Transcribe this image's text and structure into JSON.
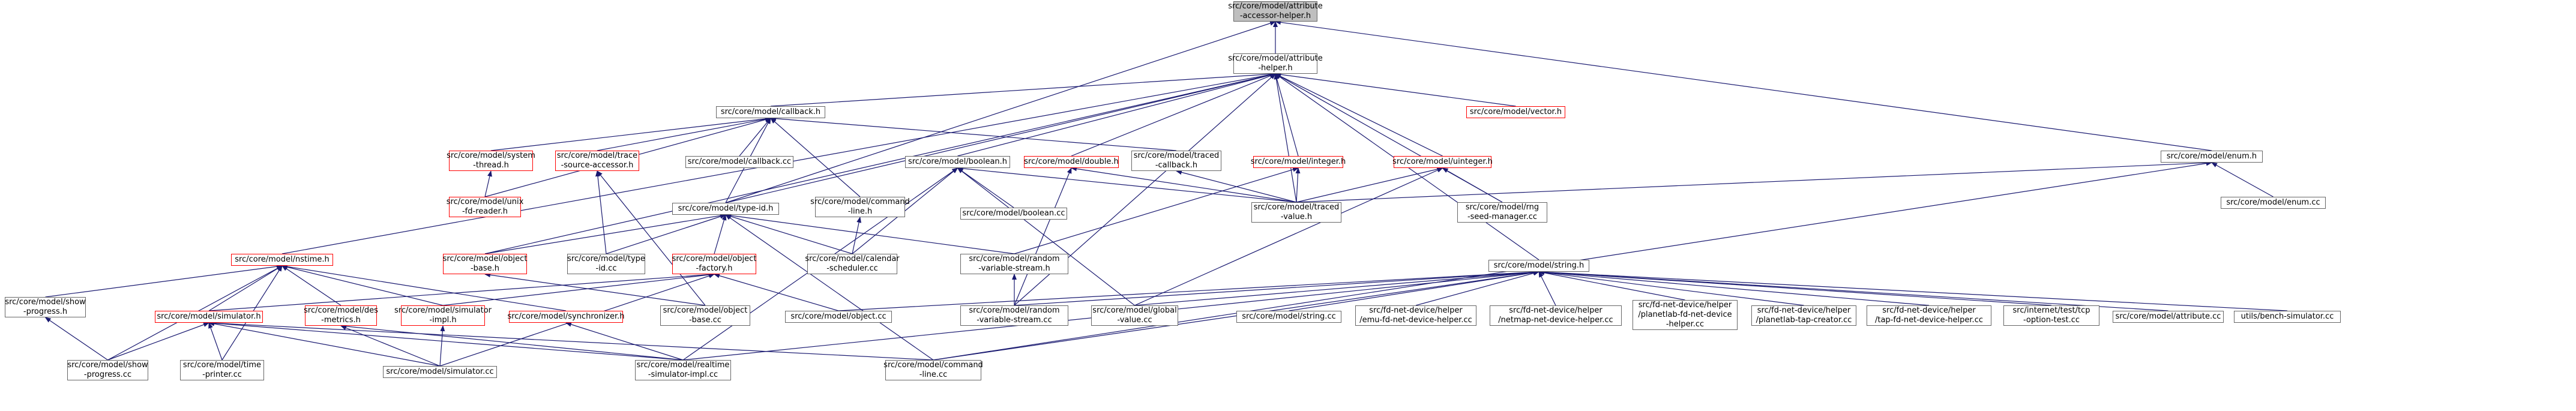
{
  "nodes": {
    "ah": {
      "lines": [
        "src/core/model/attribute",
        "-accessor-helper.h"
      ],
      "style": "root"
    },
    "ahh": {
      "lines": [
        "src/core/model/attribute",
        "-helper.h"
      ],
      "style": "normal"
    },
    "cb": {
      "lines": [
        "src/core/model/callback.h"
      ],
      "style": "normal"
    },
    "vec": {
      "lines": [
        "src/core/model/vector.h"
      ],
      "style": "red"
    },
    "enumh": {
      "lines": [
        "src/core/model/enum.h"
      ],
      "style": "normal"
    },
    "enumcc": {
      "lines": [
        "src/core/model/enum.cc"
      ],
      "style": "normal"
    },
    "systh": {
      "lines": [
        "src/core/model/system",
        "-thread.h"
      ],
      "style": "red"
    },
    "trsa": {
      "lines": [
        "src/core/model/trace",
        "-source-accessor.h"
      ],
      "style": "red"
    },
    "cbcc": {
      "lines": [
        "src/core/model/callback.cc"
      ],
      "style": "normal"
    },
    "boolh": {
      "lines": [
        "src/core/model/boolean.h"
      ],
      "style": "normal"
    },
    "dblh": {
      "lines": [
        "src/core/model/double.h"
      ],
      "style": "red"
    },
    "trcb": {
      "lines": [
        "src/core/model/traced",
        "-callback.h"
      ],
      "style": "normal"
    },
    "inth": {
      "lines": [
        "src/core/model/integer.h"
      ],
      "style": "red"
    },
    "uinth": {
      "lines": [
        "src/core/model/uinteger.h"
      ],
      "style": "red"
    },
    "unixfd": {
      "lines": [
        "src/core/model/unix",
        "-fd-reader.h"
      ],
      "style": "red"
    },
    "cmdh": {
      "lines": [
        "src/core/model/command",
        "-line.h"
      ],
      "style": "normal"
    },
    "typeidh": {
      "lines": [
        "src/core/model/type-id.h"
      ],
      "style": "normal"
    },
    "boolcc": {
      "lines": [
        "src/core/model/boolean.cc"
      ],
      "style": "normal"
    },
    "trval": {
      "lines": [
        "src/core/model/traced",
        "-value.h"
      ],
      "style": "normal"
    },
    "rngseed": {
      "lines": [
        "src/core/model/rng",
        "-seed-manager.cc"
      ],
      "style": "normal"
    },
    "nstime": {
      "lines": [
        "src/core/model/nstime.h"
      ],
      "style": "red"
    },
    "objbaseh": {
      "lines": [
        "src/core/model/object",
        "-base.h"
      ],
      "style": "red"
    },
    "typeidcc": {
      "lines": [
        "src/core/model/type",
        "-id.cc"
      ],
      "style": "normal"
    },
    "objfact": {
      "lines": [
        "src/core/model/object",
        "-factory.h"
      ],
      "style": "red"
    },
    "calsched": {
      "lines": [
        "src/core/model/calendar",
        "-scheduler.cc"
      ],
      "style": "normal"
    },
    "rvsh": {
      "lines": [
        "src/core/model/random",
        "-variable-stream.h"
      ],
      "style": "normal"
    },
    "stringh": {
      "lines": [
        "src/core/model/string.h"
      ],
      "style": "normal"
    },
    "showprogh": {
      "lines": [
        "src/core/model/show",
        "-progress.h"
      ],
      "style": "normal"
    },
    "simh": {
      "lines": [
        "src/core/model/simulator.h"
      ],
      "style": "red"
    },
    "desmet": {
      "lines": [
        "src/core/model/des",
        "-metrics.h"
      ],
      "style": "red"
    },
    "simimplh": {
      "lines": [
        "src/core/model/simulator",
        "-impl.h"
      ],
      "style": "red"
    },
    "synch": {
      "lines": [
        "src/core/model/synchronizer.h"
      ],
      "style": "red"
    },
    "objbasecc": {
      "lines": [
        "src/core/model/object",
        "-base.cc"
      ],
      "style": "normal"
    },
    "objcc": {
      "lines": [
        "src/core/model/object.cc"
      ],
      "style": "normal"
    },
    "rvscc": {
      "lines": [
        "src/core/model/random",
        "-variable-stream.cc"
      ],
      "style": "normal"
    },
    "globalcc": {
      "lines": [
        "src/core/model/global",
        "-value.cc"
      ],
      "style": "normal"
    },
    "stringcc": {
      "lines": [
        "src/core/model/string.cc"
      ],
      "style": "normal"
    },
    "emufd": {
      "lines": [
        "src/fd-net-device/helper",
        "/emu-fd-net-device-helper.cc"
      ],
      "style": "normal"
    },
    "netmapfd": {
      "lines": [
        "src/fd-net-device/helper",
        "/netmap-net-device-helper.cc"
      ],
      "style": "normal"
    },
    "planetfd": {
      "lines": [
        "src/fd-net-device/helper",
        "/planetlab-fd-net-device",
        "-helper.cc"
      ],
      "style": "normal"
    },
    "planettap": {
      "lines": [
        "src/fd-net-device/helper",
        "/planetlab-tap-creator.cc"
      ],
      "style": "normal"
    },
    "tapfd": {
      "lines": [
        "src/fd-net-device/helper",
        "/tap-fd-net-device-helper.cc"
      ],
      "style": "normal"
    },
    "tcpopt": {
      "lines": [
        "src/internet/test/tcp",
        "-option-test.cc"
      ],
      "style": "normal"
    },
    "attrcc": {
      "lines": [
        "src/core/model/attribute.cc"
      ],
      "style": "normal"
    },
    "benchsim": {
      "lines": [
        "utils/bench-simulator.cc"
      ],
      "style": "normal"
    },
    "showprogcc": {
      "lines": [
        "src/core/model/show",
        "-progress.cc"
      ],
      "style": "normal"
    },
    "timeprint": {
      "lines": [
        "src/core/model/time",
        "-printer.cc"
      ],
      "style": "normal"
    },
    "simcc": {
      "lines": [
        "src/core/model/simulator.cc"
      ],
      "style": "normal"
    },
    "rtsim": {
      "lines": [
        "src/core/model/realtime",
        "-simulator-impl.cc"
      ],
      "style": "normal"
    },
    "cmdcc": {
      "lines": [
        "src/core/model/command",
        "-line.cc"
      ],
      "style": "normal"
    }
  },
  "edges": [
    [
      "ahh",
      "ah"
    ],
    [
      "enumh",
      "ah"
    ],
    [
      "typeidh",
      "ah"
    ],
    [
      "cb",
      "ahh"
    ],
    [
      "vec",
      "ahh"
    ],
    [
      "boolh",
      "ahh"
    ],
    [
      "dblh",
      "ahh"
    ],
    [
      "inth",
      "ahh"
    ],
    [
      "uinth",
      "ahh"
    ],
    [
      "nstime",
      "ahh"
    ],
    [
      "objbaseh",
      "ahh"
    ],
    [
      "typeidh",
      "ahh"
    ],
    [
      "rngseed",
      "ahh"
    ],
    [
      "stringh",
      "ahh"
    ],
    [
      "rvscc",
      "ahh"
    ],
    [
      "trval",
      "ahh"
    ],
    [
      "systh",
      "cb"
    ],
    [
      "trsa",
      "cb"
    ],
    [
      "cbcc",
      "cb"
    ],
    [
      "trcb",
      "cb"
    ],
    [
      "unixfd",
      "cb"
    ],
    [
      "cmdh",
      "cb"
    ],
    [
      "typeidh",
      "cb"
    ],
    [
      "unixfd",
      "systh"
    ],
    [
      "typeidcc",
      "trsa"
    ],
    [
      "objbasecc",
      "trsa"
    ],
    [
      "calsched",
      "boolh"
    ],
    [
      "boolcc",
      "boolh"
    ],
    [
      "trval",
      "boolh"
    ],
    [
      "globalcc",
      "boolh"
    ],
    [
      "rtsim",
      "boolh"
    ],
    [
      "trval",
      "dblh"
    ],
    [
      "rvscc",
      "dblh"
    ],
    [
      "trval",
      "trcb"
    ],
    [
      "trval",
      "inth"
    ],
    [
      "rvsh",
      "inth"
    ],
    [
      "trval",
      "uinth"
    ],
    [
      "rngseed",
      "uinth"
    ],
    [
      "globalcc",
      "uinth"
    ],
    [
      "trval",
      "enumh"
    ],
    [
      "enumcc",
      "enumh"
    ],
    [
      "cmdcc",
      "enumh"
    ],
    [
      "calsched",
      "cmdh"
    ],
    [
      "objbaseh",
      "typeidh"
    ],
    [
      "typeidcc",
      "typeidh"
    ],
    [
      "objfact",
      "typeidh"
    ],
    [
      "calsched",
      "typeidh"
    ],
    [
      "rvsh",
      "typeidh"
    ],
    [
      "cmdcc",
      "typeidh"
    ],
    [
      "objbasecc",
      "objbaseh"
    ],
    [
      "simh",
      "objfact"
    ],
    [
      "simimplh",
      "objfact"
    ],
    [
      "objcc",
      "objfact"
    ],
    [
      "simcc",
      "objfact"
    ],
    [
      "rvscc",
      "rvsh"
    ],
    [
      "showprogh",
      "nstime"
    ],
    [
      "simh",
      "nstime"
    ],
    [
      "desmet",
      "nstime"
    ],
    [
      "simimplh",
      "nstime"
    ],
    [
      "synch",
      "nstime"
    ],
    [
      "showprogcc",
      "nstime"
    ],
    [
      "timeprint",
      "nstime"
    ],
    [
      "showprogcc",
      "showprogh"
    ],
    [
      "showprogcc",
      "simh"
    ],
    [
      "timeprint",
      "simh"
    ],
    [
      "simcc",
      "simh"
    ],
    [
      "rtsim",
      "simh"
    ],
    [
      "cmdcc",
      "simh"
    ],
    [
      "simcc",
      "desmet"
    ],
    [
      "rtsim",
      "desmet"
    ],
    [
      "simcc",
      "simimplh"
    ],
    [
      "rtsim",
      "synch"
    ],
    [
      "objcc",
      "stringh"
    ],
    [
      "rvscc",
      "stringh"
    ],
    [
      "globalcc",
      "stringh"
    ],
    [
      "stringcc",
      "stringh"
    ],
    [
      "emufd",
      "stringh"
    ],
    [
      "netmapfd",
      "stringh"
    ],
    [
      "planetfd",
      "stringh"
    ],
    [
      "planettap",
      "stringh"
    ],
    [
      "tapfd",
      "stringh"
    ],
    [
      "tcpopt",
      "stringh"
    ],
    [
      "attrcc",
      "stringh"
    ],
    [
      "benchsim",
      "stringh"
    ],
    [
      "cmdcc",
      "stringh"
    ],
    [
      "rtsim",
      "stringh"
    ]
  ]
}
